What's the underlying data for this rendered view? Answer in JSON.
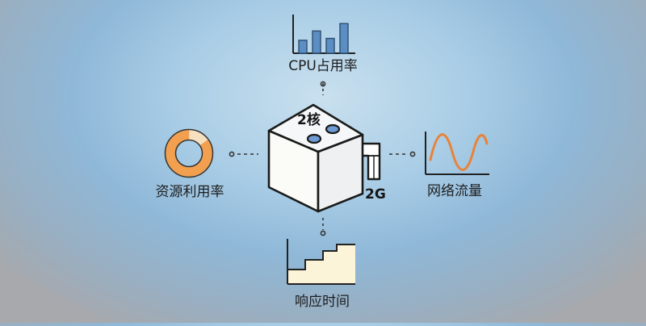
{
  "metrics": {
    "cpu": {
      "label": "CPU占用率",
      "icon": "bar-chart-icon",
      "bar_levels": [
        0.35,
        0.6,
        0.4,
        0.8
      ]
    },
    "resource": {
      "label": "资源利用率",
      "icon": "donut-chart-icon",
      "used_fraction": 0.85
    },
    "network": {
      "label": "网络流量",
      "icon": "wave-chart-icon"
    },
    "latency": {
      "label": "响应时间",
      "icon": "step-chart-icon"
    }
  },
  "server": {
    "icon": "server-cube-icon",
    "cores_label": "2核",
    "memory_label": "2G"
  },
  "colors": {
    "bar_blue": "#5b8fc4",
    "donut_orange": "#f2a050",
    "donut_light": "#f7e0c0",
    "wave_orange": "#e8833a",
    "panel_cream": "#fbf4d8",
    "cube_face": "#fbfbf8",
    "cube_top": "#f5f7f8",
    "cube_side": "#eef0f2",
    "dot_blue": "#6e9bd3",
    "ink": "#1d1d1d"
  }
}
